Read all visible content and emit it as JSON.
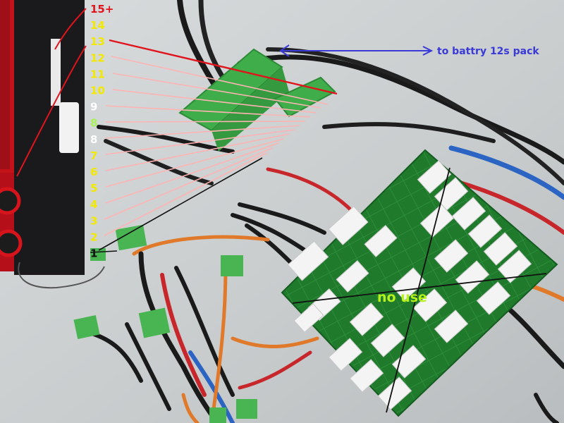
{
  "pin_labels": [
    {
      "text": "15+",
      "color": "#e0141c"
    },
    {
      "text": "14",
      "color": "#f2e900"
    },
    {
      "text": "13",
      "color": "#f2e900"
    },
    {
      "text": "12",
      "color": "#f2e900"
    },
    {
      "text": "11",
      "color": "#f2e900"
    },
    {
      "text": "10",
      "color": "#f2e900"
    },
    {
      "text": "9",
      "color": "#ffffff"
    },
    {
      "text": "8",
      "color": "#a8f25a"
    },
    {
      "text": "8",
      "color": "#ffffff"
    },
    {
      "text": "7",
      "color": "#f2e900"
    },
    {
      "text": "6",
      "color": "#f2e900"
    },
    {
      "text": "5",
      "color": "#f2e900"
    },
    {
      "text": "4",
      "color": "#f2e900"
    },
    {
      "text": "3",
      "color": "#f2e900"
    },
    {
      "text": "2",
      "color": "#f2e900"
    },
    {
      "text": "1",
      "color": "#111111"
    }
  ],
  "annotations": {
    "battery": "to battry 12s pack",
    "no_use": "no use"
  },
  "colors": {
    "guide_lines": "#ffb3b3",
    "top_line": "#e0141c",
    "arrow": "#3a3ad6",
    "no_use_text": "#b6f21c",
    "board": "#1f7a2c",
    "connector": "#f4f4f4",
    "terminal_block": "#3fae4a",
    "charger_body": "#d7141c"
  }
}
